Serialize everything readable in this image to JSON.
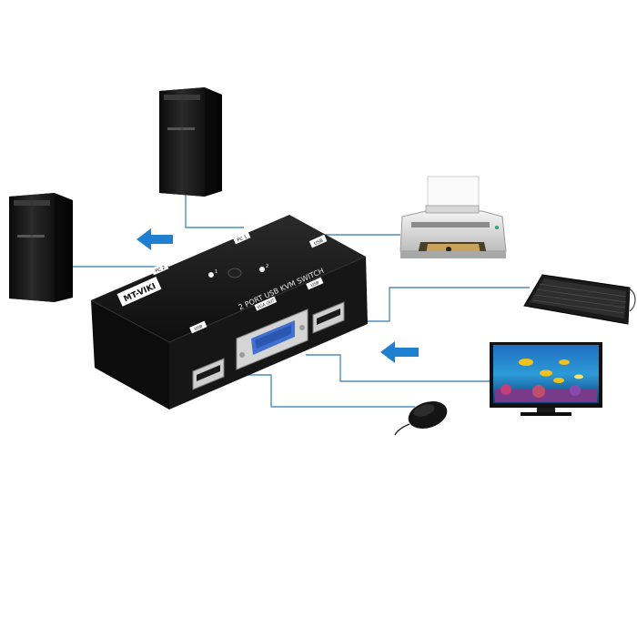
{
  "device": {
    "brand": "MT-VIKI",
    "model_text": "2 PORT USB KVM SWITCH",
    "port_labels": {
      "pc1": "PC 1",
      "pc2": "PC 2",
      "usb_left": "USB",
      "usb_right": "USB",
      "usb_top_right": "USB",
      "vga": "VGA OUT"
    },
    "led_labels": [
      "1",
      "2"
    ]
  },
  "peripherals": [
    "computer-tower",
    "computer-tower",
    "printer",
    "keyboard",
    "monitor",
    "mouse"
  ],
  "colors": {
    "line": "#4f8fbf",
    "arrow": "#1f7fd0",
    "device_body": "#141414",
    "label_white": "#ffffff"
  }
}
